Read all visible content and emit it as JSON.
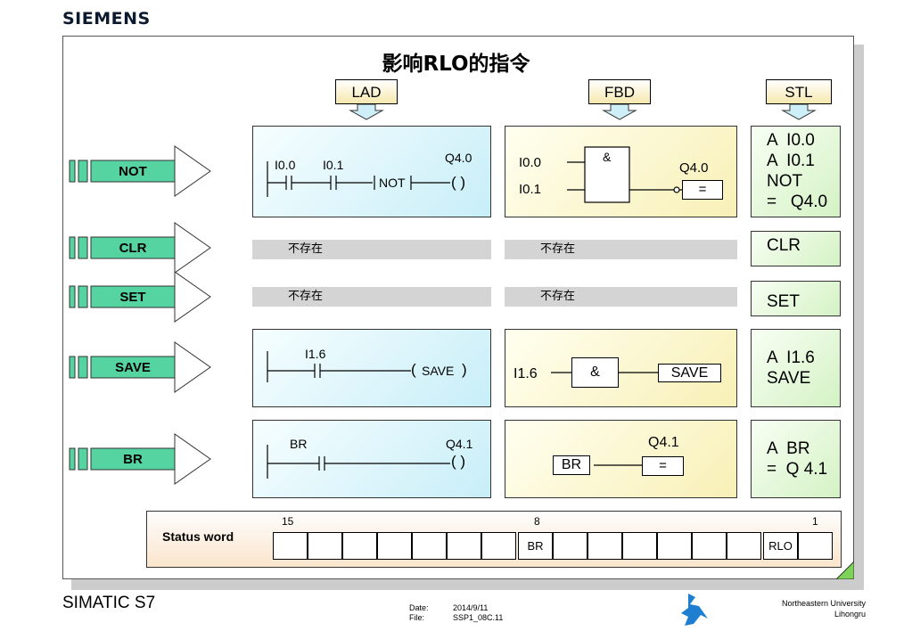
{
  "header": {
    "brand": "SIEMENS",
    "title": "影响RLO的指令"
  },
  "columns": {
    "lad": "LAD",
    "fbd": "FBD",
    "stl": "STL"
  },
  "rows": [
    {
      "name": "NOT"
    },
    {
      "name": "CLR"
    },
    {
      "name": "SET"
    },
    {
      "name": "SAVE"
    },
    {
      "name": "BR"
    }
  ],
  "not_row": {
    "lad": {
      "in1": "I0.0",
      "in2": "I0.1",
      "not_label": "NOT",
      "coil_label": "Q4.0",
      "coil": "( )"
    },
    "fbd": {
      "in1": "I0.0",
      "in2": "I0.1",
      "gate": "&",
      "out": "Q4.0",
      "assign": "="
    },
    "stl": [
      "A  I0.0",
      "A  I0.1",
      "NOT",
      "=   Q4.0"
    ]
  },
  "clr_row": {
    "lad": "不存在",
    "fbd": "不存在",
    "stl": "CLR"
  },
  "set_row": {
    "lad": "不存在",
    "fbd": "不存在",
    "stl": "SET"
  },
  "save_row": {
    "lad": {
      "contact": "I1.6",
      "coil_open": "(",
      "coil_text": "SAVE",
      "coil_close": ")"
    },
    "fbd": {
      "in": "I1.6",
      "gate": "&",
      "out": "SAVE"
    },
    "stl": [
      "A  I1.6",
      "SAVE"
    ]
  },
  "br_row": {
    "lad": {
      "contact": "BR",
      "coil_label": "Q4.1",
      "coil": "( )"
    },
    "fbd": {
      "in": "BR",
      "out_label": "Q4.1",
      "assign": "="
    },
    "stl": [
      "A  BR",
      "=  Q 4.1"
    ]
  },
  "status_word": {
    "label": "Status word",
    "bit15": "15",
    "bit8": "8",
    "bit1": "1",
    "br": "BR",
    "rlo": "RLO"
  },
  "footer": {
    "product": "SIMATIC S7",
    "date_label": "Date:",
    "date": "2014/9/11",
    "file_label": "File:",
    "file": "SSP1_08C.11",
    "org": "Northeastern University",
    "author": "Lihongru"
  },
  "colors": {
    "row_arrow": "#55d3a0",
    "lad_bg": "#d2f1f9",
    "fbd_bg": "#fbf4c8",
    "stl_bg": "#def5d2",
    "none_bg": "#d4d4d4",
    "status_bg": "#fbe5cc",
    "corner": "#7cd357"
  }
}
